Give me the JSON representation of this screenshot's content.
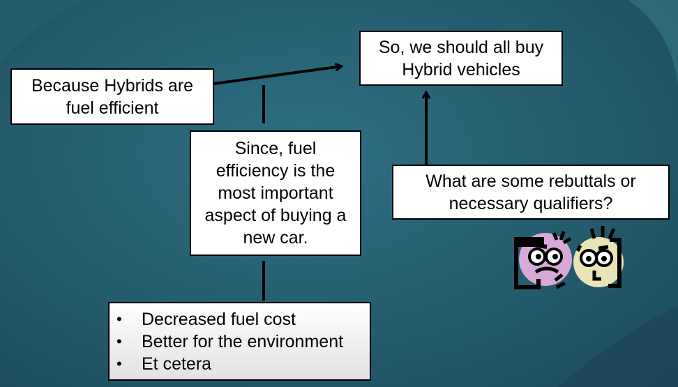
{
  "diagram": {
    "conclusion": {
      "lines": [
        "So, we should all buy",
        "Hybrid vehicles"
      ]
    },
    "data": {
      "lines": [
        "Because Hybrids are",
        "fuel efficient"
      ]
    },
    "warrant": {
      "lines": [
        "Since, fuel",
        "efficiency is the",
        "most important",
        "aspect of buying a",
        "new car."
      ]
    },
    "rebuttal": {
      "lines": [
        "What are some rebuttals or",
        "necessary qualifiers?"
      ]
    },
    "backing": {
      "bullet_symbol": "•",
      "items": [
        "Decreased fuel cost",
        "Better for the environment",
        "Et cetera"
      ]
    }
  },
  "colors": {
    "background": "#245c6e",
    "box_fill": "#ffffff",
    "box_border": "#000000",
    "face_left": "#d8a8d8",
    "face_right": "#e8e4b8"
  },
  "icons": [
    "thinking-face-icon",
    "surprised-face-icon"
  ]
}
